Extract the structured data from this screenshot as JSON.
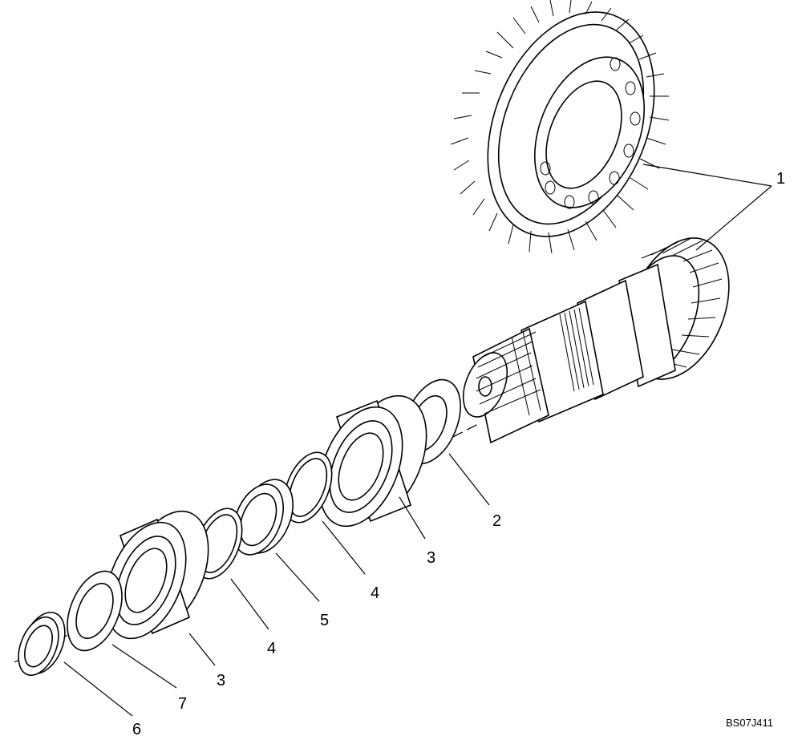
{
  "callouts": {
    "c1": "1",
    "c2": "2",
    "c3a": "3",
    "c3b": "3",
    "c4a": "4",
    "c4b": "4",
    "c5": "5",
    "c6": "6",
    "c7": "7"
  },
  "drawing_code": "BS07J411"
}
